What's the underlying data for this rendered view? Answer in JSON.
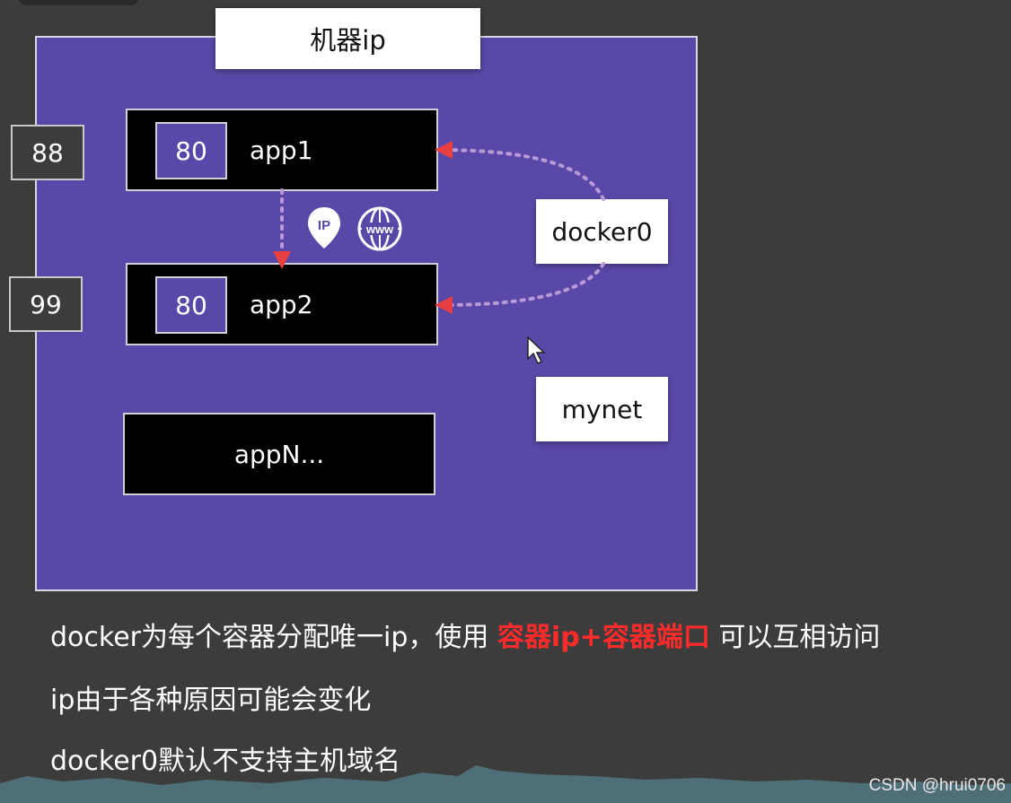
{
  "host": {
    "title": "机器ip"
  },
  "host_ports": [
    "88",
    "99"
  ],
  "apps": [
    {
      "port": "80",
      "name": "app1"
    },
    {
      "port": "80",
      "name": "app2"
    },
    {
      "name": "appN..."
    }
  ],
  "networks": {
    "bridge": "docker0",
    "custom": "mynet"
  },
  "icons": [
    "ip-location-icon",
    "www-globe-icon",
    "mouse-cursor-icon"
  ],
  "captions": {
    "line1_prefix": "docker为每个容器分配唯一ip，使用",
    "line1_highlight": "容器ip+容器端口",
    "line1_suffix": "可以互相访问",
    "line2": "ip由于各种原因可能会变化",
    "line3": "docker0默认不支持主机域名"
  },
  "watermark": "CSDN @hrui0706",
  "colors": {
    "host_bg": "#5a48a8",
    "app_bg": "#000000",
    "highlight": "#ff2b2b",
    "arrow": "#e84040",
    "page_bg": "#3c3c3c"
  }
}
